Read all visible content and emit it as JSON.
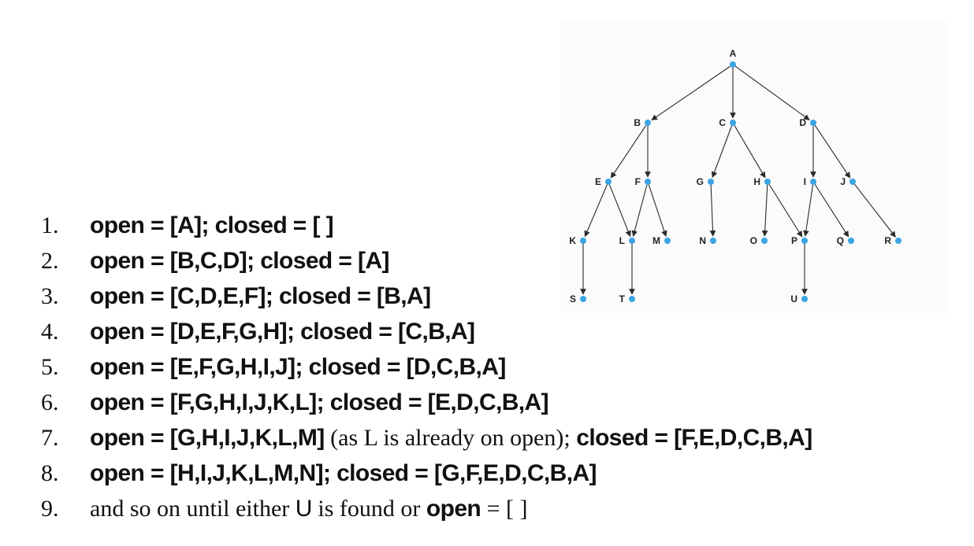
{
  "tree": {
    "nodes": [
      "A",
      "B",
      "C",
      "D",
      "E",
      "F",
      "G",
      "H",
      "I",
      "J",
      "K",
      "L",
      "M",
      "N",
      "O",
      "P",
      "Q",
      "R",
      "S",
      "T",
      "U"
    ],
    "edges": [
      [
        "A",
        "B"
      ],
      [
        "A",
        "C"
      ],
      [
        "A",
        "D"
      ],
      [
        "B",
        "E"
      ],
      [
        "B",
        "F"
      ],
      [
        "C",
        "G"
      ],
      [
        "C",
        "H"
      ],
      [
        "D",
        "I"
      ],
      [
        "D",
        "J"
      ],
      [
        "E",
        "K"
      ],
      [
        "E",
        "L"
      ],
      [
        "F",
        "L"
      ],
      [
        "F",
        "M"
      ],
      [
        "G",
        "N"
      ],
      [
        "H",
        "O"
      ],
      [
        "H",
        "P"
      ],
      [
        "I",
        "P"
      ],
      [
        "I",
        "Q"
      ],
      [
        "J",
        "R"
      ],
      [
        "K",
        "S"
      ],
      [
        "L",
        "T"
      ],
      [
        "P",
        "U"
      ]
    ],
    "node_color": "#3ba4e3",
    "edge_color": "#2a2a2a"
  },
  "steps": [
    {
      "num": "1.",
      "a": "open = [A]; closed = [ ]"
    },
    {
      "num": "2.",
      "a": "open = [B,C,D]; closed = [A]"
    },
    {
      "num": "3.",
      "a": "open = [C,D,E,F]; closed = [B,A]"
    },
    {
      "num": "4.",
      "a": "open = [D,E,F,G,H]; closed = [C,B,A]"
    },
    {
      "num": "5.",
      "a": "open = [E,F,G,H,I,J]; closed = [D,C,B,A]"
    },
    {
      "num": "6.",
      "a": "open = [F,G,H,I,J,K,L]; closed = [E,D,C,B,A]"
    },
    {
      "num": "7.",
      "a": "open = [G,H,I,J,K,L,M]",
      "b": "(as L is already on open);",
      "c": "closed = [F,E,D,C,B,A]"
    },
    {
      "num": "8.",
      "a": "open = [H,I,J,K,L,M,N]; closed = [G,F,E,D,C,B,A]"
    },
    {
      "num": "9.",
      "a": "and so on until either",
      "b": "U",
      "c": "is found or",
      "d": "open",
      "e": "= [ ]"
    }
  ]
}
